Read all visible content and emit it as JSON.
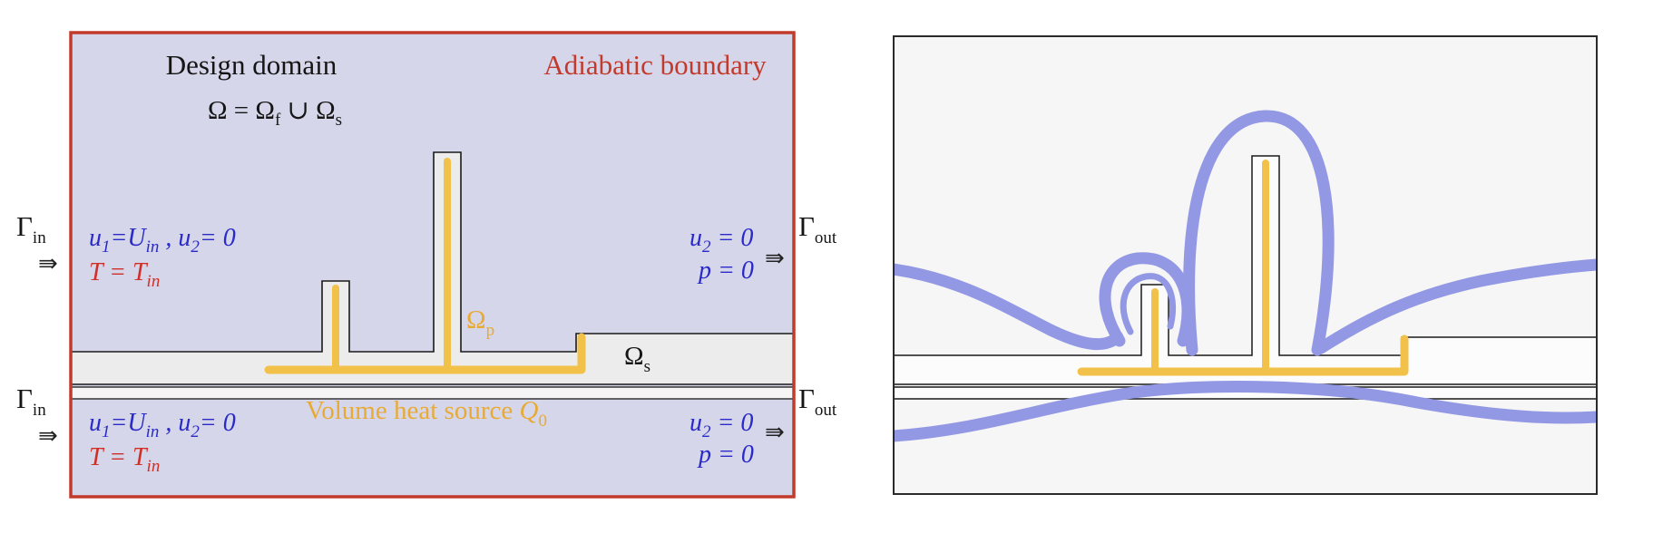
{
  "colors": {
    "left_bg": "#d6d6ea",
    "left_border": "#c23a2b",
    "substrate_fill": "#ececec",
    "strip_fill": "#f5f5f5",
    "heat_source": "#f2c14a",
    "heat_text": "#e7ab35",
    "blue_text": "#2a2ac8",
    "red_text": "#cf2f26",
    "black_text": "#151515",
    "right_bg": "#f6f6f6",
    "right_border": "#2a2a2a",
    "channel_blue": "#9398e4"
  },
  "icons": {
    "flow_arrow": "⇛"
  },
  "left_panel": {
    "title": "Design domain",
    "adiabatic_label": "Adiabatic boundary",
    "domain_equation": [
      "Ω = Ω",
      "f",
      " ∪ Ω",
      "s"
    ],
    "gamma_in": [
      "Γ",
      "in"
    ],
    "gamma_out": [
      "Γ",
      "out"
    ],
    "velocity_bc": [
      "u",
      "1",
      "=U",
      "in",
      " , u",
      "2",
      "= 0"
    ],
    "temperature_bc": [
      "T = T",
      "in"
    ],
    "outlet_u_bc": [
      "u",
      "2",
      " = 0"
    ],
    "outlet_p_bc": "p = 0",
    "omega_p": [
      "Ω",
      "p"
    ],
    "omega_s": [
      "Ω",
      "s"
    ],
    "heat_source_label": [
      "Volume heat source ",
      "Q",
      "0"
    ]
  }
}
